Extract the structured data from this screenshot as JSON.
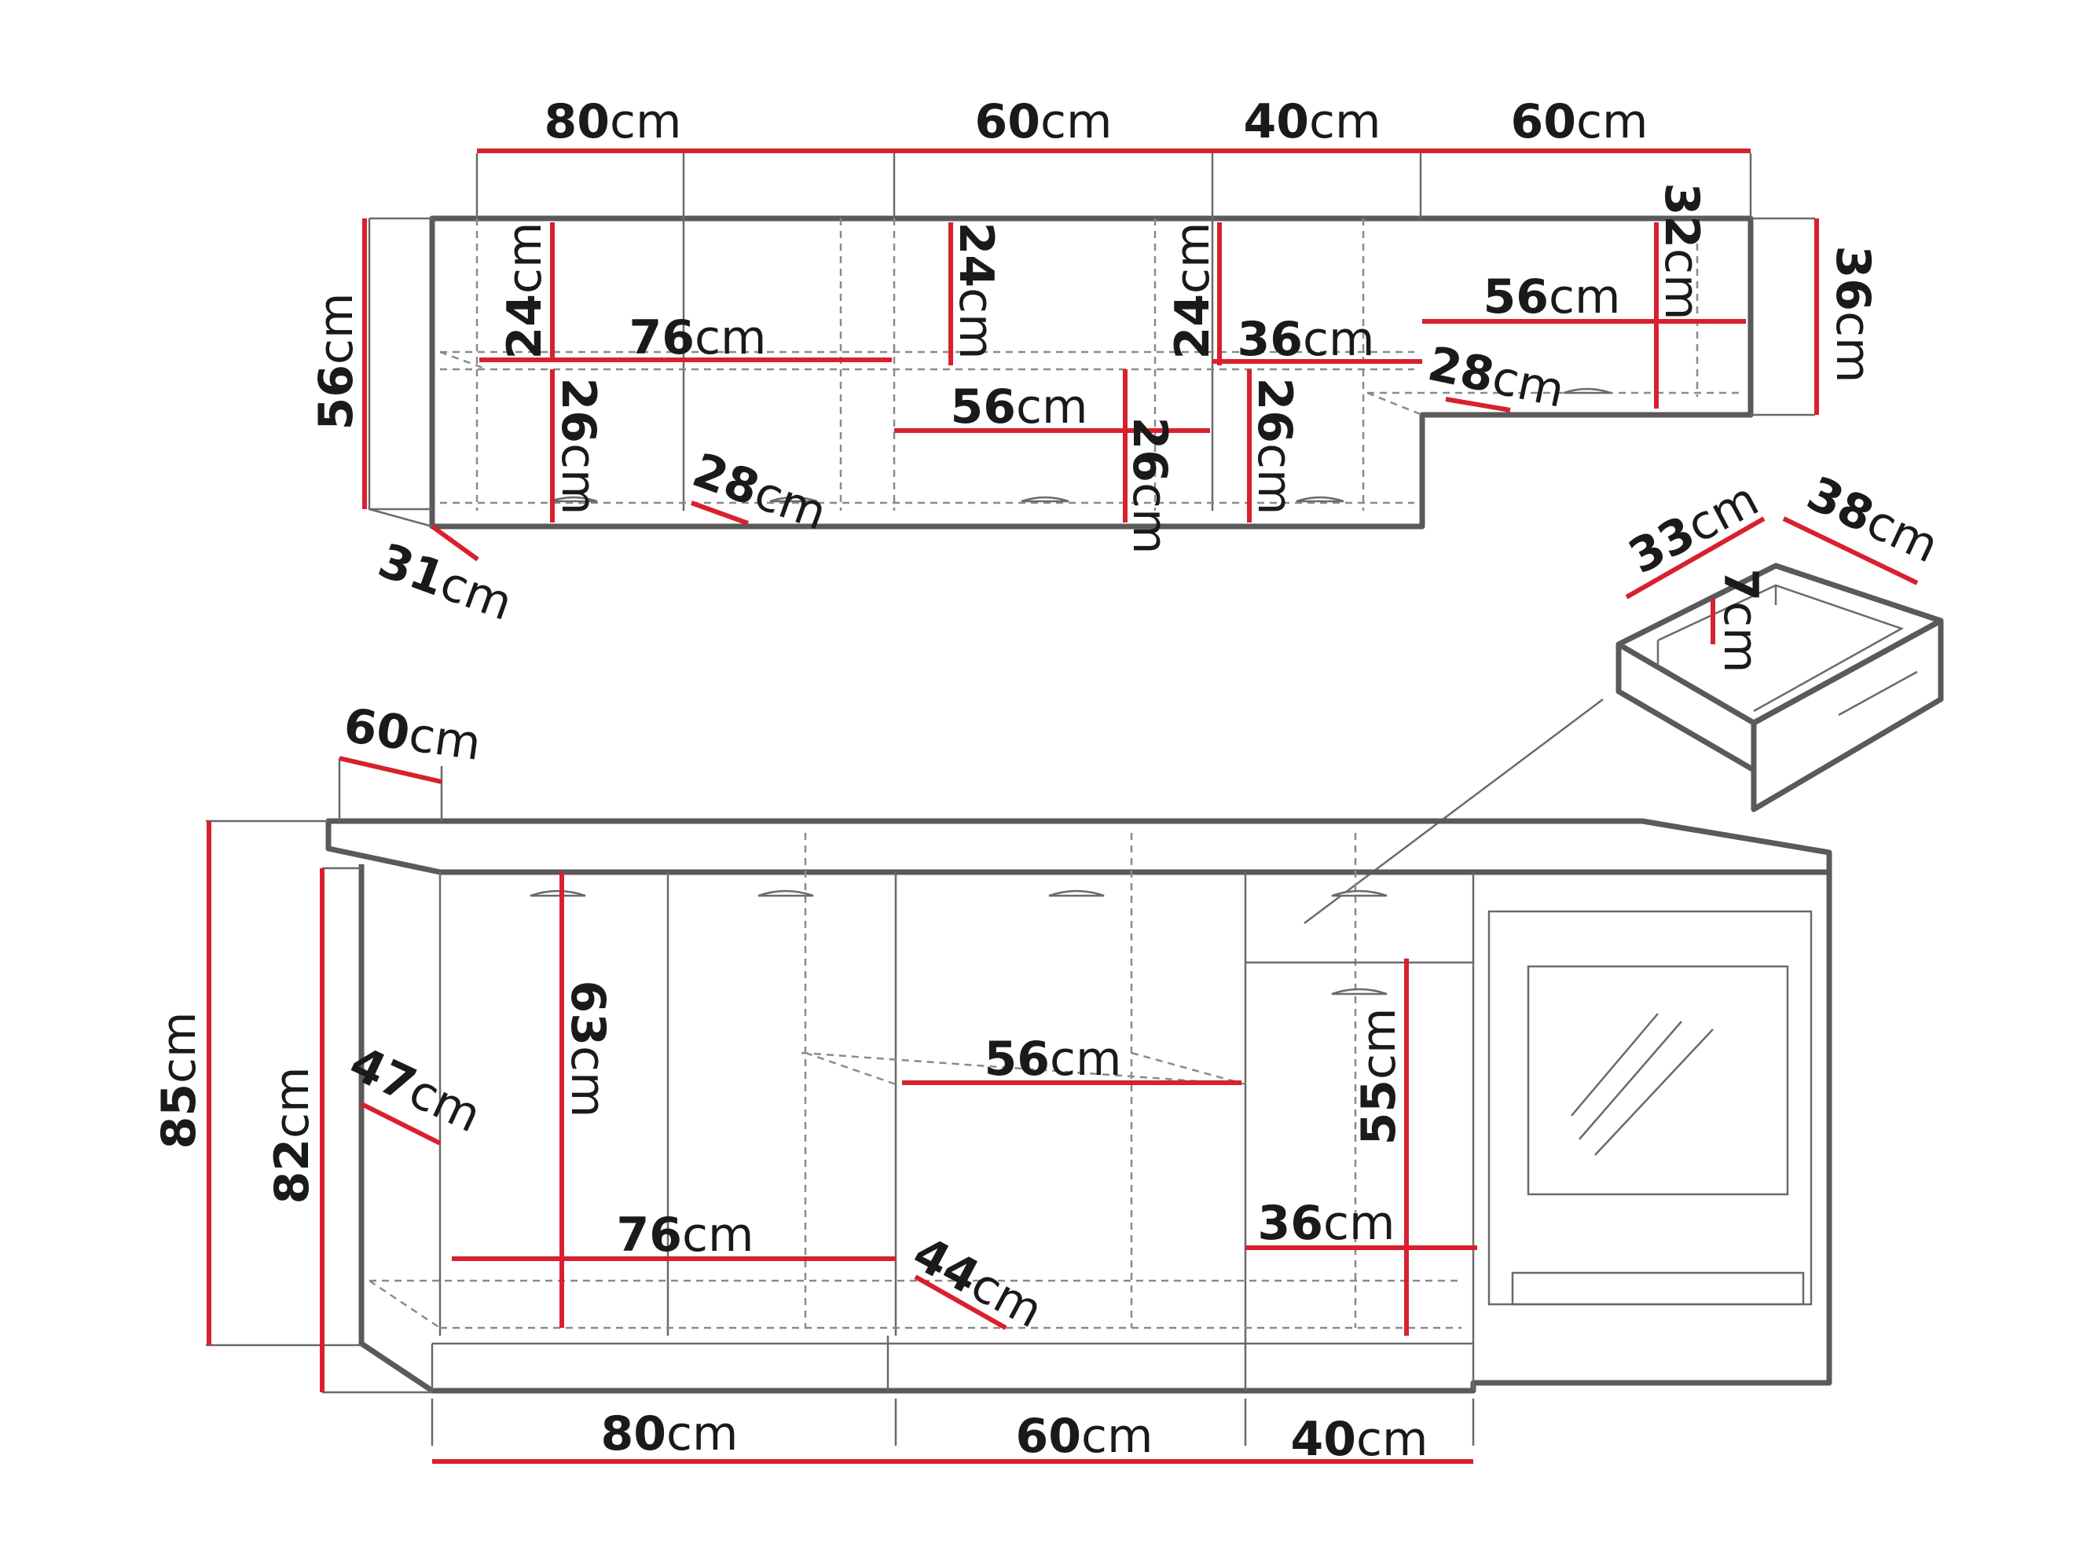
{
  "unit": "cm",
  "labels": {
    "w80_top": "80",
    "w60_top_a": "60",
    "w40_top": "40",
    "w60_top_b": "60",
    "h56_left": "56",
    "d31": "31",
    "h36_right": "36",
    "h24_a": "24",
    "h24_b": "24",
    "h24_c": "24",
    "h26_a": "26",
    "h26_b": "26",
    "h26_c": "26",
    "h32": "32",
    "w76_top": "76",
    "w56_top_a": "56",
    "w56_top_b": "56",
    "w36_top": "36",
    "d28_a": "28",
    "d28_b": "28",
    "drawer_w33": "33",
    "drawer_d38": "38",
    "drawer_h7": "7",
    "d60_counter": "60",
    "h85": "85",
    "h82": "82",
    "d47": "47",
    "h63": "63",
    "w56_bottom": "56",
    "h55": "55",
    "w76_bottom": "76",
    "d44": "44",
    "w36_bottom": "36",
    "w80_bottom": "80",
    "w60_bottom": "60",
    "w40_bottom": "40"
  }
}
